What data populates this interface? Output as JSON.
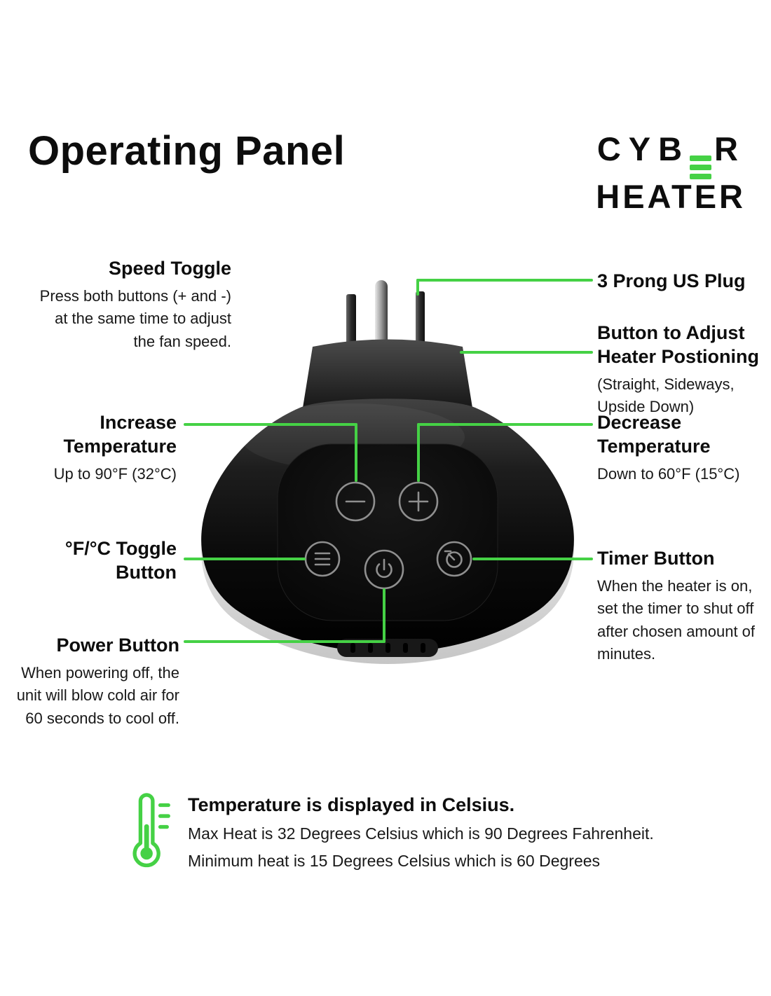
{
  "page": {
    "title": "Operating Panel",
    "colors": {
      "accent_green": "#45d145",
      "text_dark": "#111111",
      "device_black": "#050505"
    }
  },
  "logo": {
    "line1_pre": "CYB",
    "line1_post": "R",
    "line2": "HEATER"
  },
  "annotations": {
    "speed_toggle": {
      "title": "Speed Toggle",
      "body": "Press both buttons (+ and -)\nat the same time to adjust\nthe fan speed."
    },
    "increase_temp": {
      "title": "Increase\nTemperature",
      "body": "Up to 90°F (32°C)"
    },
    "fc_toggle": {
      "title": "°F/°C Toggle\nButton"
    },
    "power": {
      "title": "Power Button",
      "body": "When powering off, the\nunit will blow cold air for\n60 seconds to cool off."
    },
    "plug": {
      "title": "3 Prong US Plug"
    },
    "positioning": {
      "title": "Button to Adjust\nHeater Postioning",
      "body": "(Straight, Sideways,\nUpside Down)"
    },
    "decrease_temp": {
      "title": "Decrease\nTemperature",
      "body": "Down to 60°F (15°C)"
    },
    "timer": {
      "title": "Timer Button",
      "body": "When the heater is on,\nset the timer to shut off\nafter chosen amount of\nminutes."
    }
  },
  "device": {
    "buttons": [
      "minus-button",
      "plus-button",
      "menu-button",
      "power-button",
      "timer-button"
    ]
  },
  "footer": {
    "title": "Temperature is displayed in Celsius.",
    "line1": "Max Heat is 32 Degrees Celsius which is 90 Degrees Fahrenheit.",
    "line2": "Minimum heat is 15 Degrees Celsius which is 60 Degrees"
  }
}
